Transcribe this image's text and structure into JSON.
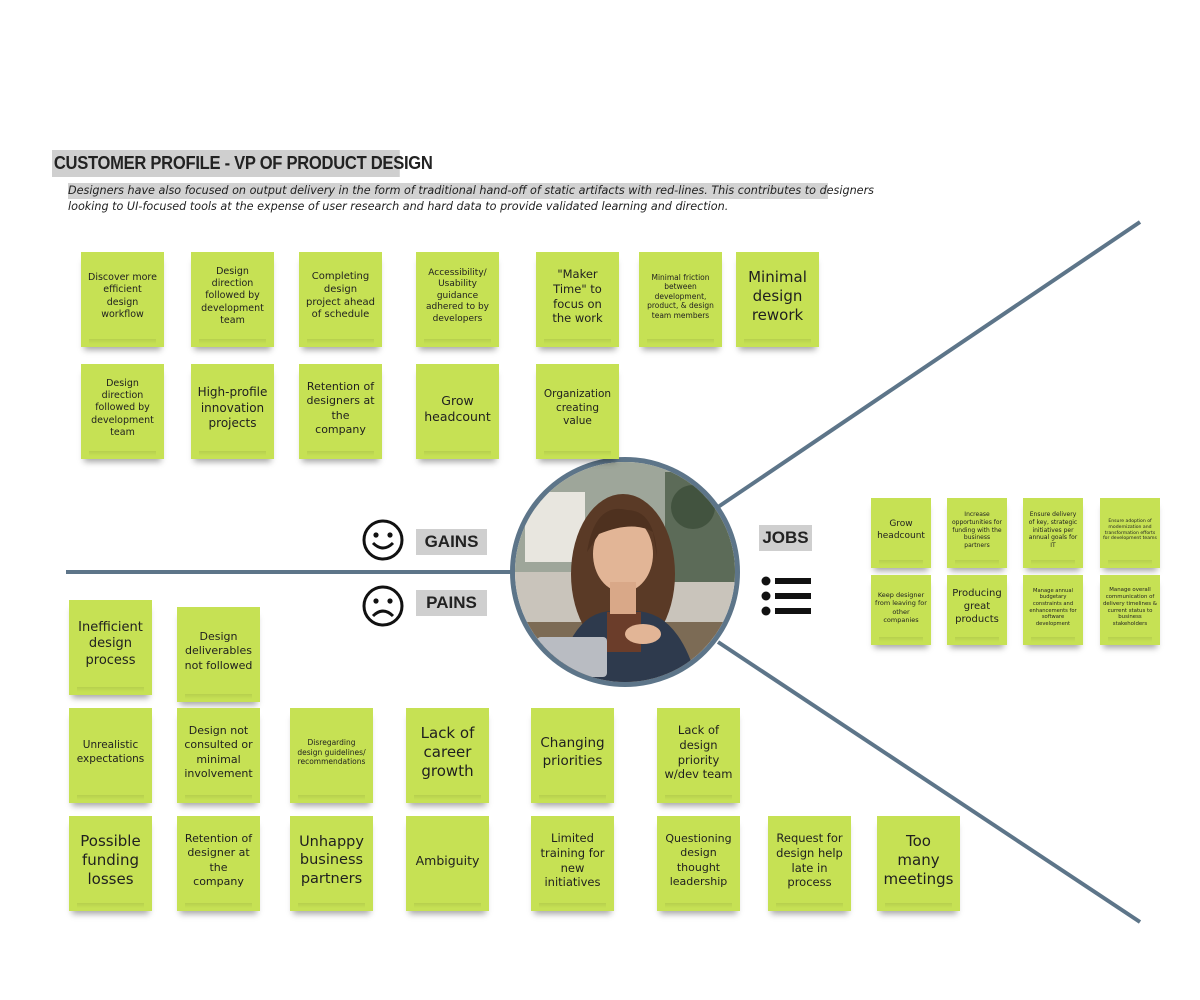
{
  "title": "CUSTOMER PROFILE - VP OF PRODUCT DESIGN",
  "subtitle": {
    "line1": "Designers have also focused on output delivery in the form of traditional hand-off of static artifacts with red-lines. This contributes to designers",
    "line2": "looking to UI-focused tools at the expense of user research and hard data to provide validated learning and direction."
  },
  "sections": {
    "gains_label": "GAINS",
    "pains_label": "PAINS",
    "jobs_label": "JOBS"
  },
  "colors": {
    "note": "#c6e154",
    "line": "#5d7589",
    "label_bg": "#cfcfcf"
  },
  "icons": {
    "gains": "smiley-face-icon",
    "pains": "sad-face-icon",
    "jobs": "bullet-list-icon"
  },
  "gains": [
    "Discover more efficient design workflow",
    "Design direction followed by development team",
    "Completing design project ahead of schedule",
    "Accessibility/ Usability guidance adhered to by developers",
    "\"Maker Time\" to focus on the work",
    "Minimal friction between development, product, & design team members",
    "Minimal design rework",
    "Design direction followed by development team",
    "High-profile innovation projects",
    "Retention of designers at the company",
    "Grow headcount",
    "Organization creating value"
  ],
  "jobs": [
    "Grow headcount",
    "Increase opportunities for funding with the business partners",
    "Ensure delivery of key, strategic initiatives per annual goals for IT",
    "Ensure adoption of modernization and transformation efforts for development teams",
    "Keep designer from leaving for other companies",
    "Producing great products",
    "Manage annual budgetary constraints and enhancements for software development",
    "Manage overall communication of delivery timelines & current status to business stakeholders"
  ],
  "pains": [
    "Inefficient design process",
    "Design deliverables not followed",
    "Unrealistic expectations",
    "Design not consulted or minimal involvement",
    "Disregarding design guidelines/ recommendations",
    "Lack of career growth",
    "Changing priorities",
    "Lack of design priority w/dev team",
    "Possible funding losses",
    "Retention of designer at the company",
    "Unhappy business partners",
    "Ambiguity",
    "Limited training for new initiatives",
    "Questioning design thought leadership",
    "Request for design help late in process",
    "Too many meetings"
  ]
}
